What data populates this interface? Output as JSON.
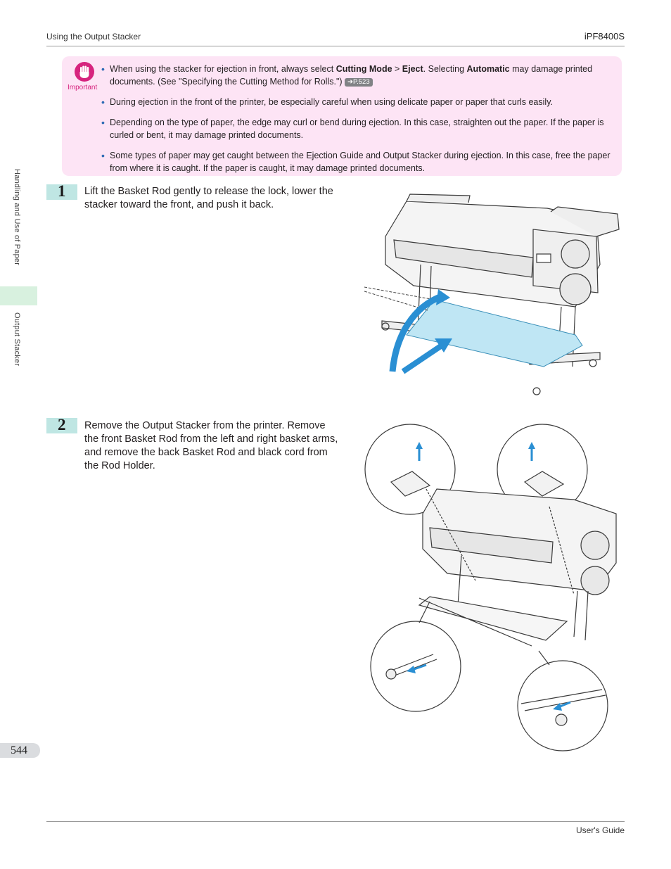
{
  "header": {
    "section": "Using the Output Stacker",
    "model": "iPF8400S"
  },
  "side": {
    "chapter": "Handling and Use of Paper",
    "section": "Output Stacker"
  },
  "page_number": "544",
  "footer": {
    "guide": "User's Guide"
  },
  "important": {
    "label": "Important",
    "items": [
      {
        "a": "When using the stacker for ejection in front, always select ",
        "b1": "Cutting Mode",
        "c": " > ",
        "b2": "Eject",
        "d": ". Selecting ",
        "b3": "Automatic",
        "e": " may damage printed documents.  (See \"Specifying the Cutting Method for Rolls.\") ",
        "ref": "➔P.523"
      },
      {
        "text": "During ejection in the front of the printer, be especially careful when using delicate paper or paper that curls easily."
      },
      {
        "text": "Depending on the type of paper, the edge may curl or bend during ejection. In this case, straighten out the paper. If the paper is curled or bent, it may damage printed documents."
      },
      {
        "text": "Some types of paper may get caught between the Ejection Guide and Output Stacker during ejection. In this case, free the paper from where it is caught. If the paper is caught, it may damage printed documents."
      }
    ]
  },
  "steps": [
    {
      "number": "1",
      "text": "Lift the Basket Rod gently to release the lock, lower the stacker toward the front, and push it back."
    },
    {
      "number": "2",
      "text": "Remove the Output Stacker from the printer. Remove the front Basket Rod from the left and right basket arms, and remove the back Basket Rod and black cord from the Rod Holder."
    }
  ]
}
